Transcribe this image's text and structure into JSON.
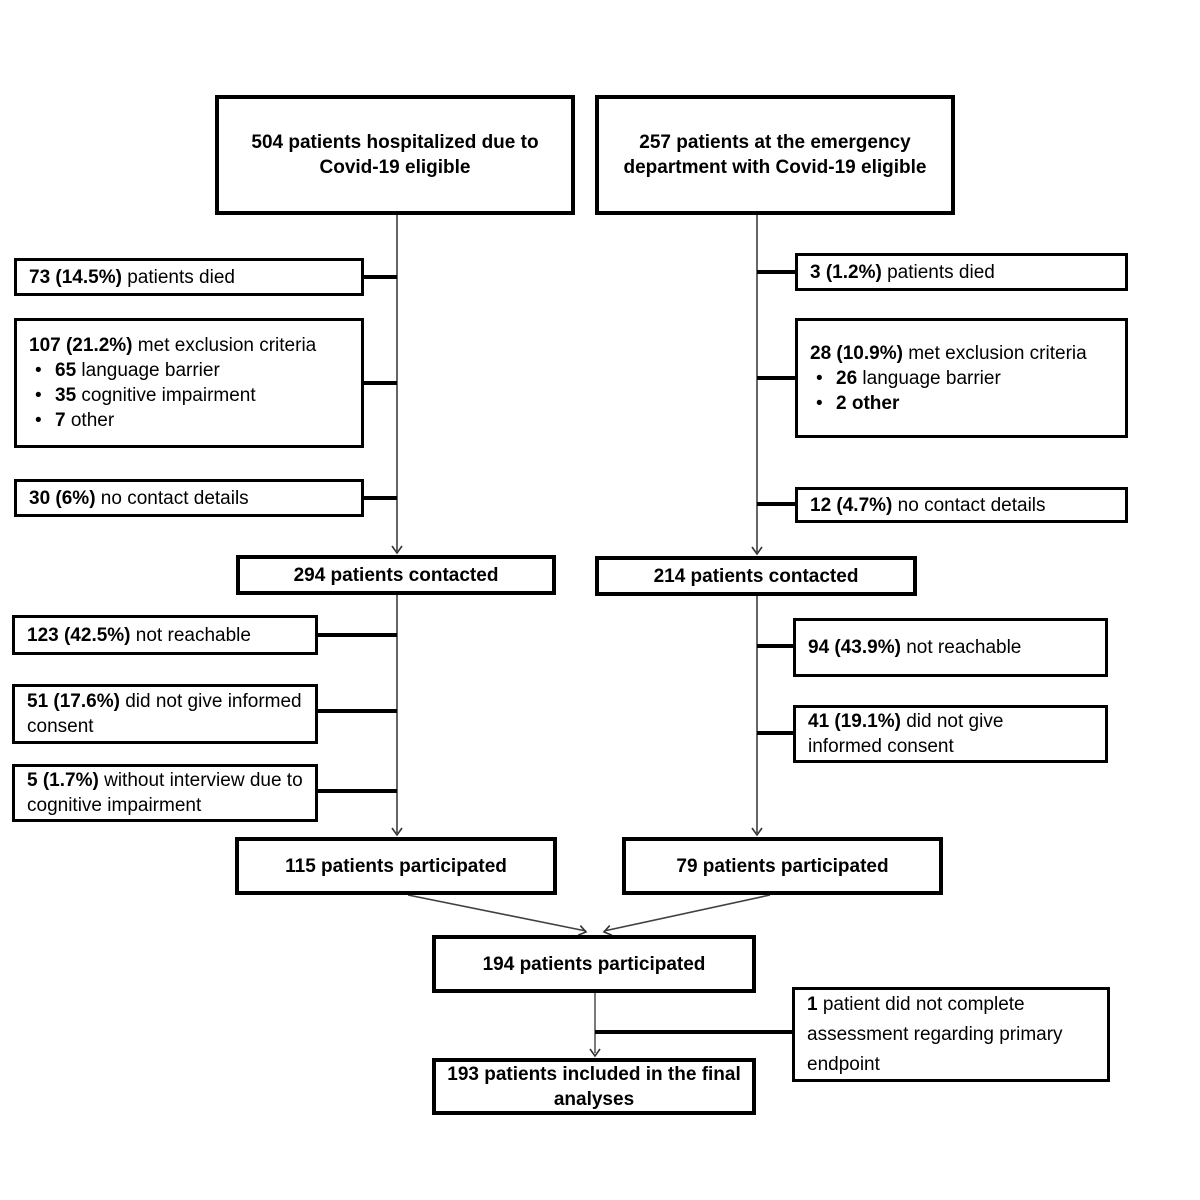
{
  "diagram_type": "patient-flow-consort-diagram",
  "flow": {
    "hospitalized": {
      "eligible": "504 patients hospitalized due to Covid-19 eligible",
      "died": {
        "bold": "73 (14.5%)",
        "rest": " patients died"
      },
      "exclusion": {
        "heading": {
          "bold": "107 (21.2%)",
          "rest": " met exclusion criteria"
        },
        "bullets": [
          {
            "bold": "65",
            "rest": " language barrier"
          },
          {
            "bold": "35",
            "rest": " cognitive impairment"
          },
          {
            "bold": "7",
            "rest": " other"
          }
        ]
      },
      "no_contact": {
        "bold": "30 (6%)",
        "rest": " no contact details"
      },
      "contacted": "294 patients contacted",
      "not_reachable": {
        "bold": "123 (42.5%)",
        "rest": " not reachable"
      },
      "no_consent": {
        "bold": "51 (17.6%)",
        "rest": " did not give informed consent"
      },
      "no_interview": {
        "bold": "5 (1.7%)",
        "rest": " without interview due to cognitive impairment"
      },
      "participated": "115 patients participated"
    },
    "emergency": {
      "eligible": "257 patients at the emergency department with Covid-19 eligible",
      "died": {
        "bold": "3 (1.2%)",
        "rest": " patients died"
      },
      "exclusion": {
        "heading": {
          "bold": "28 (10.9%)",
          "rest": " met exclusion criteria"
        },
        "bullets": [
          {
            "bold": "26",
            "rest": " language barrier"
          },
          {
            "bold": "2 other",
            "rest": ""
          }
        ]
      },
      "no_contact": {
        "bold": "12 (4.7%)",
        "rest": " no contact details"
      },
      "contacted": "214 patients contacted",
      "not_reachable": {
        "bold": "94 (43.9%)",
        "rest": " not reachable"
      },
      "no_consent": {
        "bold": "41 (19.1%)",
        "rest": " did not give informed consent"
      },
      "participated": "79 patients participated"
    },
    "combined": {
      "participated": "194 patients participated",
      "incomplete": {
        "bold": "1",
        "rest": " patient did not complete assessment regarding primary endpoint"
      },
      "final": "193 patients included in the final analyses"
    }
  },
  "colors": {
    "box_border": "#000000",
    "thick_connector": "#000000",
    "thin_connector": "#404040",
    "gray_connector": "#7a7a7a",
    "background": "#ffffff"
  }
}
